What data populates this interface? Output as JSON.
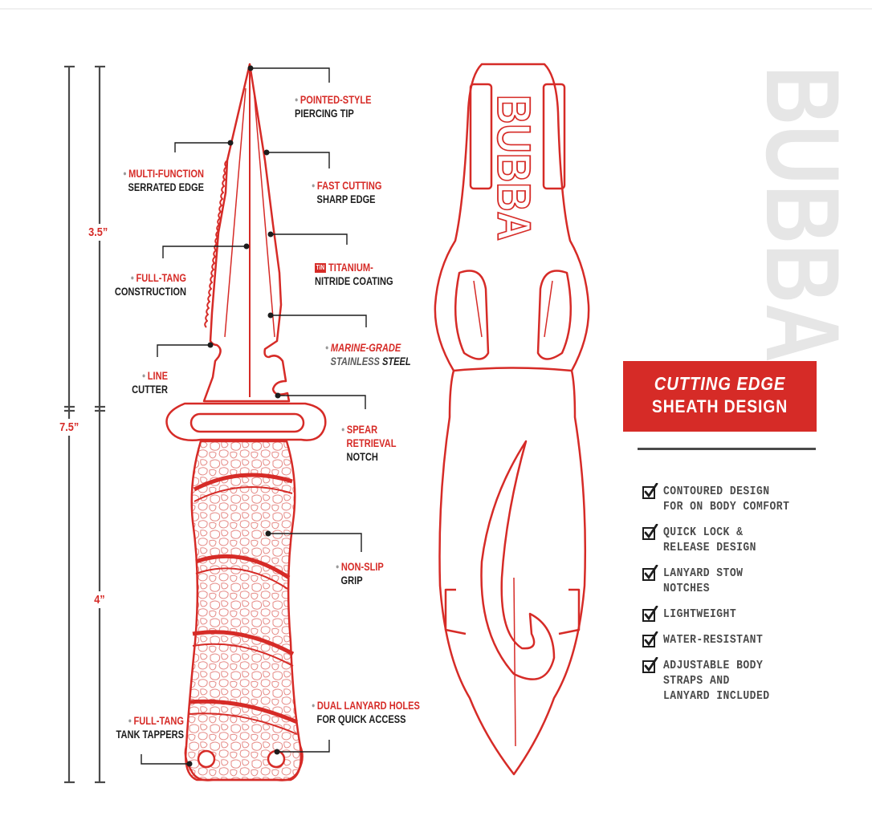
{
  "dimensions": {
    "total": "7.5”",
    "blade": "3.5”",
    "handle": "4”"
  },
  "callouts": {
    "tip": {
      "red": "POINTED-STYLE",
      "dark": "PIERCING TIP"
    },
    "serrated": {
      "red": "MULTI-FUNCTION",
      "dark": "SERRATED EDGE"
    },
    "sharp": {
      "red": "FAST CUTTING",
      "dark": "SHARP EDGE"
    },
    "tang": {
      "red": "FULL-TANG",
      "dark": "CONSTRUCTION"
    },
    "coating": {
      "badge": "TiN",
      "red": "TITANIUM-",
      "dark": "NITRIDE COATING"
    },
    "steel": {
      "red": "MARINE-GRADE",
      "dark_a": "STAINLESS ",
      "dark_b": "STEEL"
    },
    "line_cutter": {
      "red": "LINE",
      "dark": "CUTTER"
    },
    "spear": {
      "red1": "SPEAR",
      "red2": "RETRIEVAL",
      "dark": "NOTCH"
    },
    "grip": {
      "red": "NON-SLIP",
      "dark": "GRIP"
    },
    "tappers": {
      "red": "FULL-TANG",
      "dark": "TANK TAPPERS"
    },
    "lanyard": {
      "red": "DUAL LANYARD HOLES",
      "dark": "FOR QUICK ACCESS"
    }
  },
  "brand": {
    "watermark": "BUBBA",
    "sheath_logo": "BUBBA"
  },
  "banner": {
    "line1": "CUTTING EDGE",
    "line2": "SHEATH DESIGN"
  },
  "features": [
    "CONTOURED DESIGN\nFOR ON BODY COMFORT",
    "QUICK LOCK &\nRELEASE DESIGN",
    "LANYARD STOW\nNOTCHES",
    "LIGHTWEIGHT",
    "WATER-RESISTANT",
    "ADJUSTABLE BODY\nSTRAPS AND\nLANYARD INCLUDED"
  ],
  "colors": {
    "accent": "#d62b27",
    "text": "#1d1d1d",
    "feature_text": "#4a4a4a",
    "watermark": "#e6e6e6"
  }
}
